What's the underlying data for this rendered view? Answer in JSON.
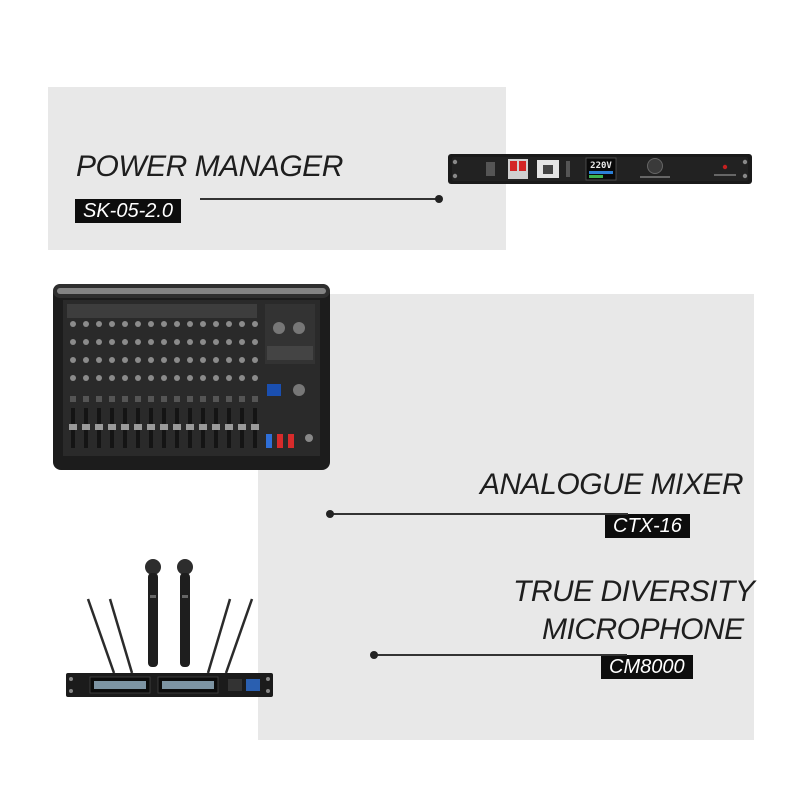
{
  "products": [
    {
      "title": "POWER MANAGER",
      "model": "SK-05-2.0",
      "display_readout": "220V"
    },
    {
      "title": "ANALOGUE MIXER",
      "model": "CTX-16"
    },
    {
      "title_lines": [
        "TRUE DIVERSITY",
        "MICROPHONE"
      ],
      "model": "CM8000"
    }
  ],
  "colors": {
    "panel": "#e8e8e8",
    "tag_bg": "#0d0d0d",
    "tag_text": "#ffffff",
    "title": "#1e1e1e"
  }
}
